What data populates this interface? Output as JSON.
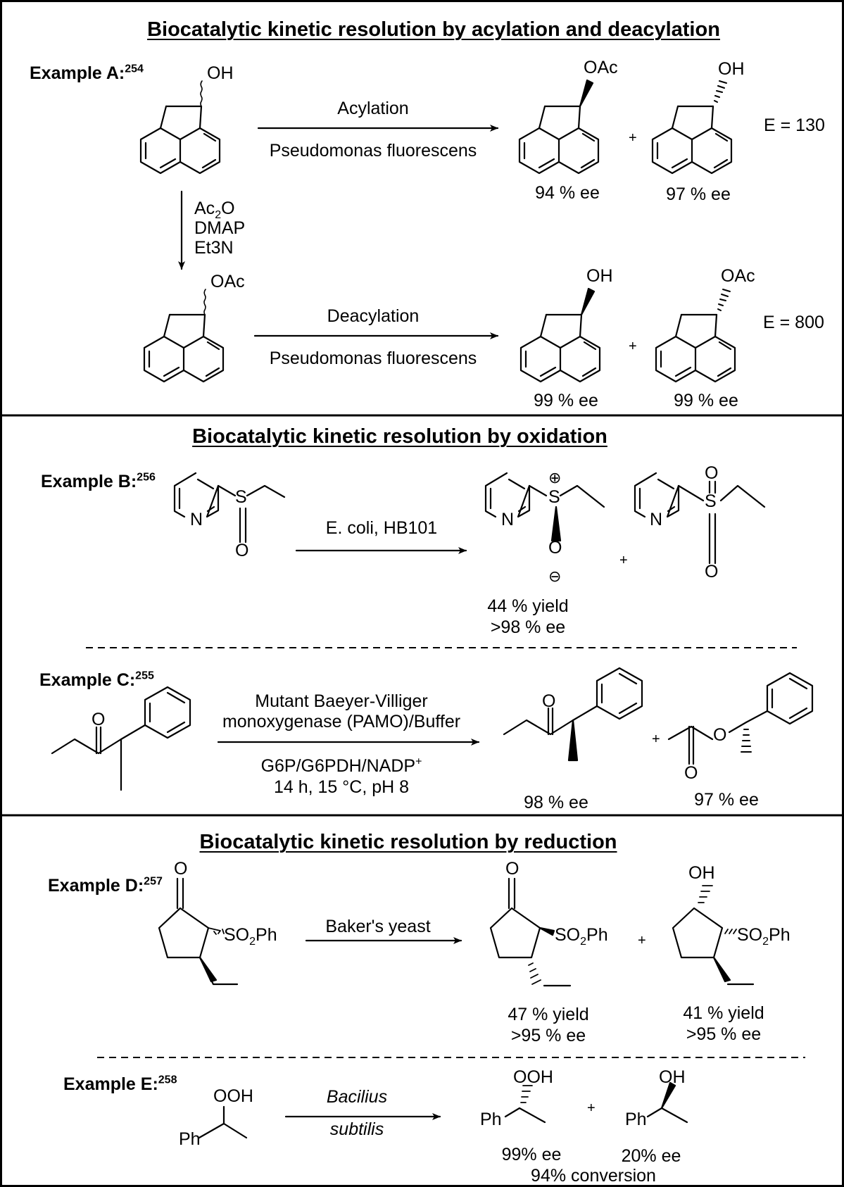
{
  "section_a": {
    "title": "Biocatalytic kinetic resolution by acylation and deacylation",
    "example_label": "Example A:",
    "example_ref": "254",
    "sm_label": "OH",
    "acylation": {
      "label": "Acylation",
      "catalyst": "Pseudomonas fluorescens"
    },
    "acyl_product1": {
      "label": "OAc",
      "ee": "94 % ee"
    },
    "plus": "+",
    "acyl_product2": {
      "label": "OH",
      "ee": "97 % ee"
    },
    "acyl_e": "E = 130",
    "reagent_ac": "Ac",
    "reagent_ac_sub": "2",
    "reagent_o": "O",
    "reagent_dmap": "DMAP",
    "reagent_et3n": "Et3N",
    "ester_label": "OAc",
    "deacylation": {
      "label": "Deacylation",
      "catalyst": "Pseudomonas fluorescens"
    },
    "deacyl_product1": {
      "label": "OH",
      "ee": "99 % ee"
    },
    "deacyl_product2": {
      "label": "OAc",
      "ee": "99 % ee"
    },
    "deacyl_e": "E = 800"
  },
  "section_b": {
    "title": "Biocatalytic kinetic resolution by oxidation",
    "example_label": "Example B:",
    "example_ref": "256",
    "atom_n": "N",
    "atom_s": "S",
    "atom_o": "O",
    "charge_plus": "⊕",
    "charge_minus": "⊖",
    "conditions": "E. coli, HB101",
    "plus": "+",
    "yield": "44 % yield",
    "ee": ">98 % ee"
  },
  "section_c": {
    "example_label": "Example C:",
    "example_ref": "255",
    "atom_o": "O",
    "condition_line1": "Mutant Baeyer-Villiger",
    "condition_line2": "monoxygenase (PAMO)/Buffer",
    "condition_line3": "G6P/G6PDH/NADP",
    "condition_line3_sup": "+",
    "condition_line4": "14 h, 15 °C, pH 8",
    "product1_ee": "98 % ee",
    "plus": "+",
    "product2_ee": "97 % ee"
  },
  "section_d": {
    "title": "Biocatalytic kinetic resolution by reduction",
    "example_label": "Example D:",
    "example_ref": "257",
    "atom_o": "O",
    "oh_label": "OH",
    "so2ph_a": "SO",
    "so2ph_sub": "2",
    "so2ph_b": "Ph",
    "conditions": "Baker's yeast",
    "plus": "+",
    "product1_yield": "47 % yield",
    "product1_ee": ">95 % ee",
    "product2_yield": "41 % yield",
    "product2_ee": ">95 % ee"
  },
  "section_e": {
    "example_label": "Example E:",
    "example_ref": "258",
    "ooh_label": "OOH",
    "oh_label": "OH",
    "ph_label": "Ph",
    "organism_line1": "Bacilius",
    "organism_line2": "subtilis",
    "plus": "+",
    "product1_ee": "99% ee",
    "product2_ee": "20% ee",
    "conversion": "94% conversion"
  }
}
